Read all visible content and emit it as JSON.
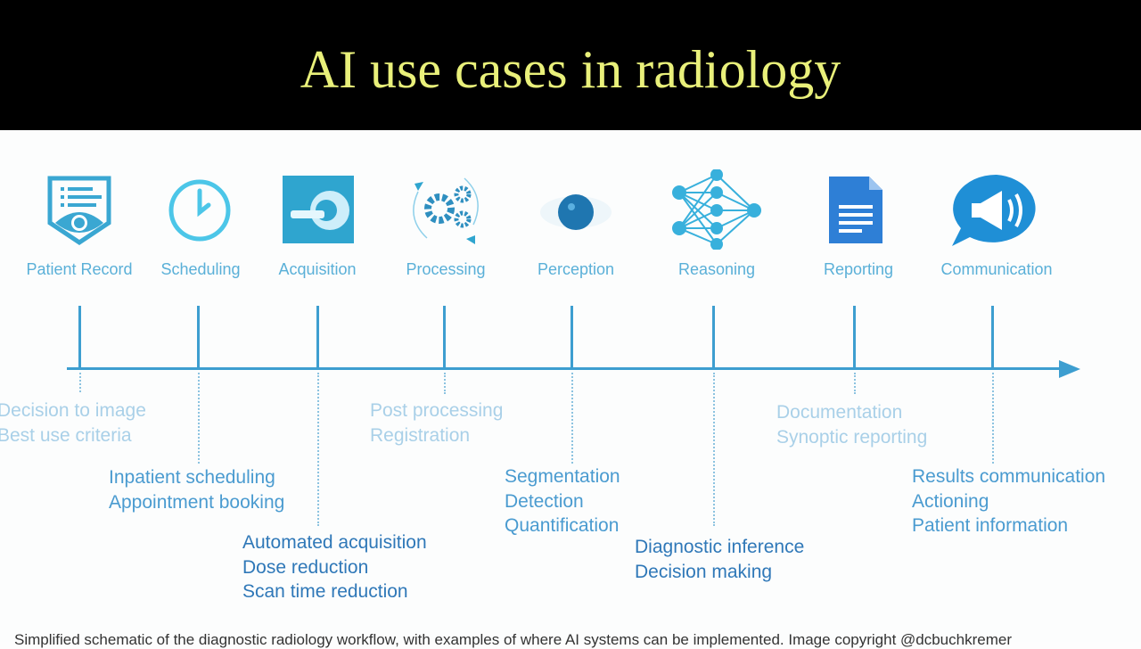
{
  "title": "AI use cases in radiology",
  "stages": [
    {
      "label": "Patient Record",
      "icon": "patient-record-icon",
      "examples": [
        "Decision to image",
        "Best use criteria"
      ]
    },
    {
      "label": "Scheduling",
      "icon": "clock-icon",
      "examples": [
        "Inpatient scheduling",
        "Appointment booking"
      ]
    },
    {
      "label": "Acquisition",
      "icon": "scanner-icon",
      "examples": [
        "Automated acquisition",
        "Dose reduction",
        "Scan time reduction"
      ]
    },
    {
      "label": "Processing",
      "icon": "gears-icon",
      "examples": [
        "Post processing",
        "Registration"
      ]
    },
    {
      "label": "Perception",
      "icon": "eye-icon",
      "examples": [
        "Segmentation",
        "Detection",
        "Quantification"
      ]
    },
    {
      "label": "Reasoning",
      "icon": "neural-network-icon",
      "examples": [
        "Diagnostic inference",
        "Decision making"
      ]
    },
    {
      "label": "Reporting",
      "icon": "document-icon",
      "examples": [
        "Documentation",
        "Synoptic reporting"
      ]
    },
    {
      "label": "Communication",
      "icon": "megaphone-icon",
      "examples": [
        "Results communication",
        "Actioning",
        "Patient information"
      ]
    }
  ],
  "caption": "Simplified schematic of the diagnostic radiology workflow, with examples of where AI systems can be implemented. Image copyright @dcbuchkremer",
  "colors": {
    "accent": "#3d9ed0",
    "title": "#e9f07a"
  }
}
